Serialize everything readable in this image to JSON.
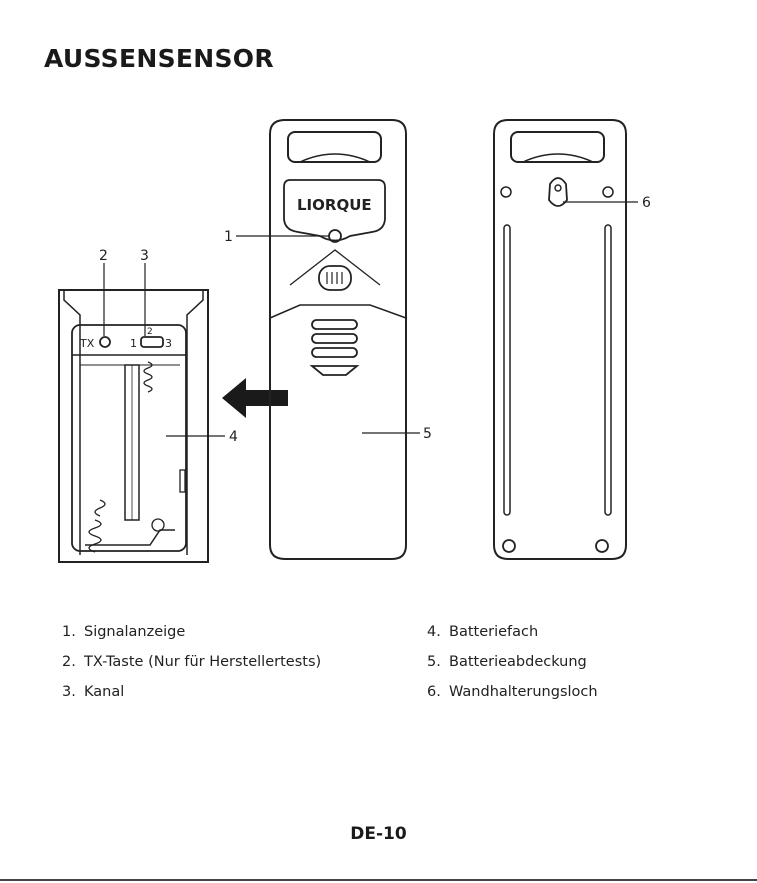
{
  "page": {
    "title": "AUSSENSENSOR",
    "page_number": "DE-10"
  },
  "figure": {
    "callouts": [
      "1",
      "2",
      "3",
      "4",
      "5",
      "6"
    ],
    "switch_labels": {
      "tx": "TX",
      "ch1": "1",
      "ch2": "2",
      "ch3": "3"
    },
    "logo": "LIORQUE"
  },
  "legend": {
    "left": [
      {
        "num": "1.",
        "text": "Signalanzeige"
      },
      {
        "num": "2.",
        "text": "TX-Taste (Nur für Herstellertests)"
      },
      {
        "num": "3.",
        "text": "Kanal"
      }
    ],
    "right": [
      {
        "num": "4.",
        "text": "Batteriefach"
      },
      {
        "num": "5.",
        "text": "Batterieabdeckung"
      },
      {
        "num": "6.",
        "text": "Wandhalterungsloch"
      }
    ]
  }
}
